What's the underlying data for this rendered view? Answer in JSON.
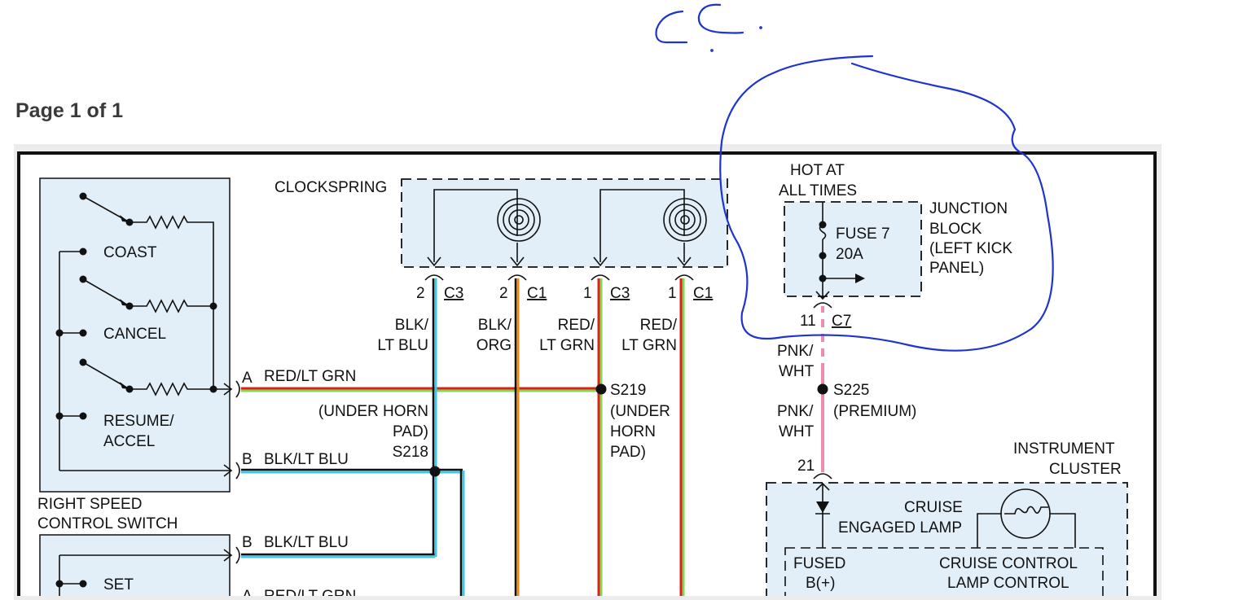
{
  "page": {
    "title": "Page 1 of 1"
  },
  "colors": {
    "panel_fill": "#e3eff8",
    "wire_red": "#e0211b",
    "wire_lt_grn": "#7ed957",
    "wire_blk": "#111111",
    "wire_lt_blu": "#44c7e6",
    "wire_org": "#e88a1a",
    "wire_pnk": "#f08cab",
    "wire_wht": "#ffffff",
    "annotation_ink": "#1e33d0"
  },
  "switch_panel": {
    "items": [
      "COAST",
      "CANCEL",
      "RESUME/",
      "ACCEL",
      "SET"
    ],
    "pin_a": "A",
    "pin_b": "B",
    "pin_b2": "B",
    "pin_a2": "A",
    "title_line1": "RIGHT SPEED",
    "title_line2": "CONTROL SWITCH"
  },
  "clockspring": {
    "label": "CLOCKSPRING",
    "connectors": [
      {
        "pin": "2",
        "conn": "C3",
        "wire_line1": "BLK/",
        "wire_line2": "LT BLU"
      },
      {
        "pin": "2",
        "conn": "C1",
        "wire_line1": "BLK/",
        "wire_line2": "ORG"
      },
      {
        "pin": "1",
        "conn": "C3",
        "wire_line1": "RED/",
        "wire_line2": "LT GRN"
      },
      {
        "pin": "1",
        "conn": "C1",
        "wire_line1": "RED/",
        "wire_line2": "LT GRN"
      }
    ]
  },
  "wires": {
    "a_label": "RED/LT GRN",
    "b_label": "BLK/LT BLU",
    "b2_label": "BLK/LT BLU",
    "a2_label": "RED/LT GRN"
  },
  "splices": {
    "s218": {
      "line1": "(UNDER HORN",
      "line2": "PAD)",
      "name": "S218"
    },
    "s219": {
      "name": "S219",
      "line1": "(UNDER",
      "line2": "HORN",
      "line3": "PAD)"
    },
    "s225": {
      "name": "S225",
      "note": "(PREMIUM)"
    }
  },
  "junction_block": {
    "hot_line1": "HOT AT",
    "hot_line2": "ALL TIMES",
    "fuse_line1": "FUSE 7",
    "fuse_line2": "20A",
    "block_line1": "JUNCTION",
    "block_line2": "BLOCK",
    "block_line3": "(LEFT KICK",
    "block_line4": "PANEL)",
    "pin": "11",
    "conn": "C7",
    "wire_upper_line1": "PNK/",
    "wire_upper_line2": "WHT",
    "wire_lower_line1": "PNK/",
    "wire_lower_line2": "WHT"
  },
  "instrument_cluster": {
    "line1": "INSTRUMENT",
    "line2": "CLUSTER",
    "pin": "21",
    "lamp_line1": "CRUISE",
    "lamp_line2": "ENGAGED LAMP",
    "fused_line1": "FUSED",
    "fused_line2": "B(+)",
    "control_line1": "CRUISE CONTROL",
    "control_line2": "LAMP CONTROL"
  }
}
